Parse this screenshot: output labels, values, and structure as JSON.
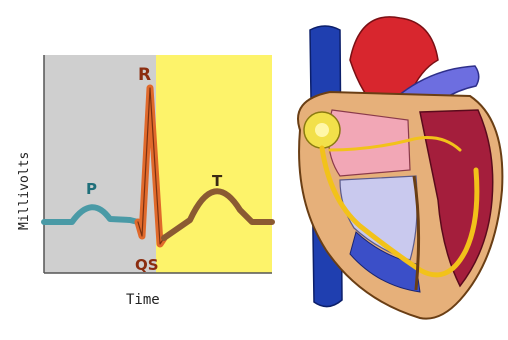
{
  "ecg": {
    "y_axis_label": "Millivolts",
    "x_axis_label": "Time",
    "wave_labels": {
      "p": "P",
      "r": "R",
      "qs": "QS",
      "t": "T"
    },
    "colors": {
      "atrial_region": "#cfcfcf",
      "ventricular_region": "#fdf36a",
      "p_wave": "#4a9aa6",
      "qrs_complex": "#e0692b",
      "t_wave": "#8b5a32",
      "label_p": "#1f6f7a",
      "label_qrs": "#8b2d10",
      "label_t": "#3a2a14"
    }
  },
  "heart": {
    "colors": {
      "vena_cava": "#1f3fb0",
      "aorta": "#d8262e",
      "pulmonary_artery": "#6d6ee0",
      "left_ventricle": "#a41e3c",
      "conduction_path": "#f2c21a",
      "myocardium": "#e6b07a"
    }
  }
}
